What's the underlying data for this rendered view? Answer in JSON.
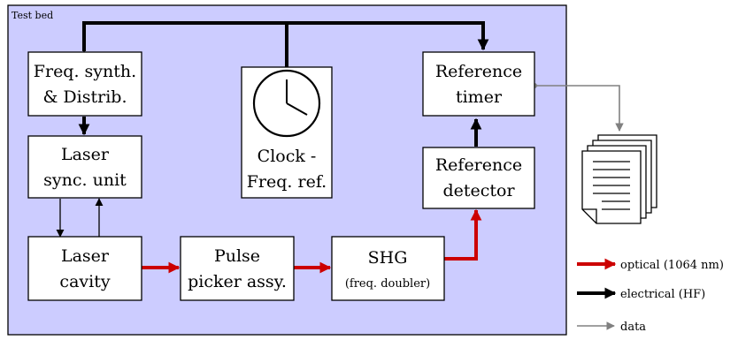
{
  "testbed": {
    "label": "Test bed"
  },
  "colors": {
    "background": "#ccccff",
    "optical": "#cc0000",
    "electrical": "#000000",
    "data": "#808080"
  },
  "nodes": {
    "freq_synth": {
      "line1": "Freq. synth.",
      "line2": "& Distrib."
    },
    "laser_sync": {
      "line1": "Laser",
      "line2": "sync. unit"
    },
    "laser_cavity": {
      "line1": "Laser",
      "line2": "cavity"
    },
    "clock": {
      "line1": "Clock -",
      "line2": "Freq. ref."
    },
    "pulse_picker": {
      "line1": "Pulse",
      "line2": "picker assy."
    },
    "shg": {
      "line1": "SHG",
      "line2": "(freq. doubler)"
    },
    "ref_timer": {
      "line1": "Reference",
      "line2": "timer"
    },
    "ref_detector": {
      "line1": "Reference",
      "line2": "detector"
    }
  },
  "legend": {
    "optical": "optical (1064 nm)",
    "electrical": "electrical (HF)",
    "data": "data"
  },
  "icons": {
    "clock": "clock-icon",
    "documents": "document-stack-icon"
  }
}
